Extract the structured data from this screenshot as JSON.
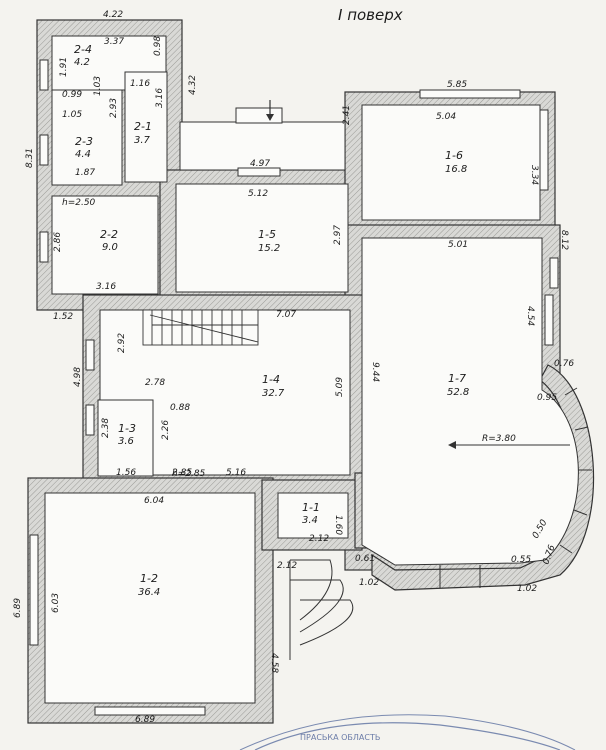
{
  "title": "I поверх",
  "rooms": [
    {
      "id": "1-1",
      "area": "3.4"
    },
    {
      "id": "1-2",
      "area": "36.4"
    },
    {
      "id": "1-3",
      "area": "3.6"
    },
    {
      "id": "1-4",
      "area": "32.7"
    },
    {
      "id": "1-5",
      "area": "15.2"
    },
    {
      "id": "1-6",
      "area": "16.8"
    },
    {
      "id": "1-7",
      "area": "52.8"
    },
    {
      "id": "2-1",
      "area": "3.7"
    },
    {
      "id": "2-2",
      "area": "9.0"
    },
    {
      "id": "2-3",
      "area": "4.4"
    },
    {
      "id": "2-4",
      "area": "4.2"
    }
  ],
  "dimensions": [
    "4.22",
    "3.37",
    "0.98",
    "1.91",
    "1.16",
    "0.99",
    "1.03",
    "4.32",
    "1.05",
    "2.93",
    "3.16",
    "8.31",
    "1.87",
    "5.85",
    "2.41",
    "5.04",
    "3.34",
    "4.97",
    "5.12",
    "2.97",
    "5.01",
    "8.12",
    "2.86",
    "3.16",
    "1.52",
    "7.07",
    "4.54",
    "0.76",
    "2.92",
    "9.44",
    "4.98",
    "2.78",
    "5.09",
    "0.95",
    "0.88",
    "2.38",
    "2.26",
    "1.56",
    "2.85",
    "5.16",
    "6.04",
    "1.60",
    "2.12",
    "2.12",
    "0.61",
    "1.02",
    "0.55",
    "0.50",
    "0.76",
    "1.02",
    "6.89",
    "6.03",
    "4.58",
    "6.89"
  ],
  "heights": [
    "h=2.50",
    "h=2.85"
  ],
  "radius": "R=3.80",
  "stamp_text": "ПРАСЬКА ОБЛАСТЬ"
}
